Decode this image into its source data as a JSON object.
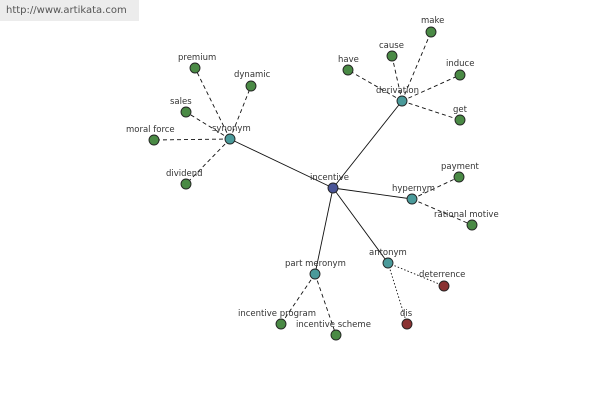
{
  "banner": {
    "url": "http://www.artikata.com"
  },
  "colors": {
    "center": "#4a5597",
    "relation": "#4a9a9a",
    "leaf": "#4a8a45",
    "antonym_leaf": "#8a3232",
    "edge": "#111111"
  },
  "graph": {
    "center": {
      "id": "incentive",
      "label": "incentive"
    },
    "relations": [
      {
        "id": "synonym",
        "label": "synonym",
        "leaves": [
          {
            "id": "premium",
            "label": "premium"
          },
          {
            "id": "dynamic",
            "label": "dynamic"
          },
          {
            "id": "sales",
            "label": "sales"
          },
          {
            "id": "moral-force",
            "label": "moral force"
          },
          {
            "id": "dividend",
            "label": "dividend"
          }
        ]
      },
      {
        "id": "derivation",
        "label": "derivation",
        "leaves": [
          {
            "id": "make",
            "label": "make"
          },
          {
            "id": "cause",
            "label": "cause"
          },
          {
            "id": "have",
            "label": "have"
          },
          {
            "id": "induce",
            "label": "induce"
          },
          {
            "id": "get",
            "label": "get"
          }
        ]
      },
      {
        "id": "hypernym",
        "label": "hypernym",
        "leaves": [
          {
            "id": "payment",
            "label": "payment"
          },
          {
            "id": "rational-motive",
            "label": "rational motive"
          }
        ]
      },
      {
        "id": "antonym",
        "label": "antonym",
        "leaves": [
          {
            "id": "deterrence",
            "label": "deterrence",
            "kind": "antonym"
          },
          {
            "id": "dis",
            "label": "dis",
            "kind": "antonym"
          }
        ]
      },
      {
        "id": "part-meronym",
        "label": "part meronym",
        "leaves": [
          {
            "id": "incentive-program",
            "label": "incentive program"
          },
          {
            "id": "incentive-scheme",
            "label": "incentive scheme"
          }
        ]
      }
    ]
  }
}
